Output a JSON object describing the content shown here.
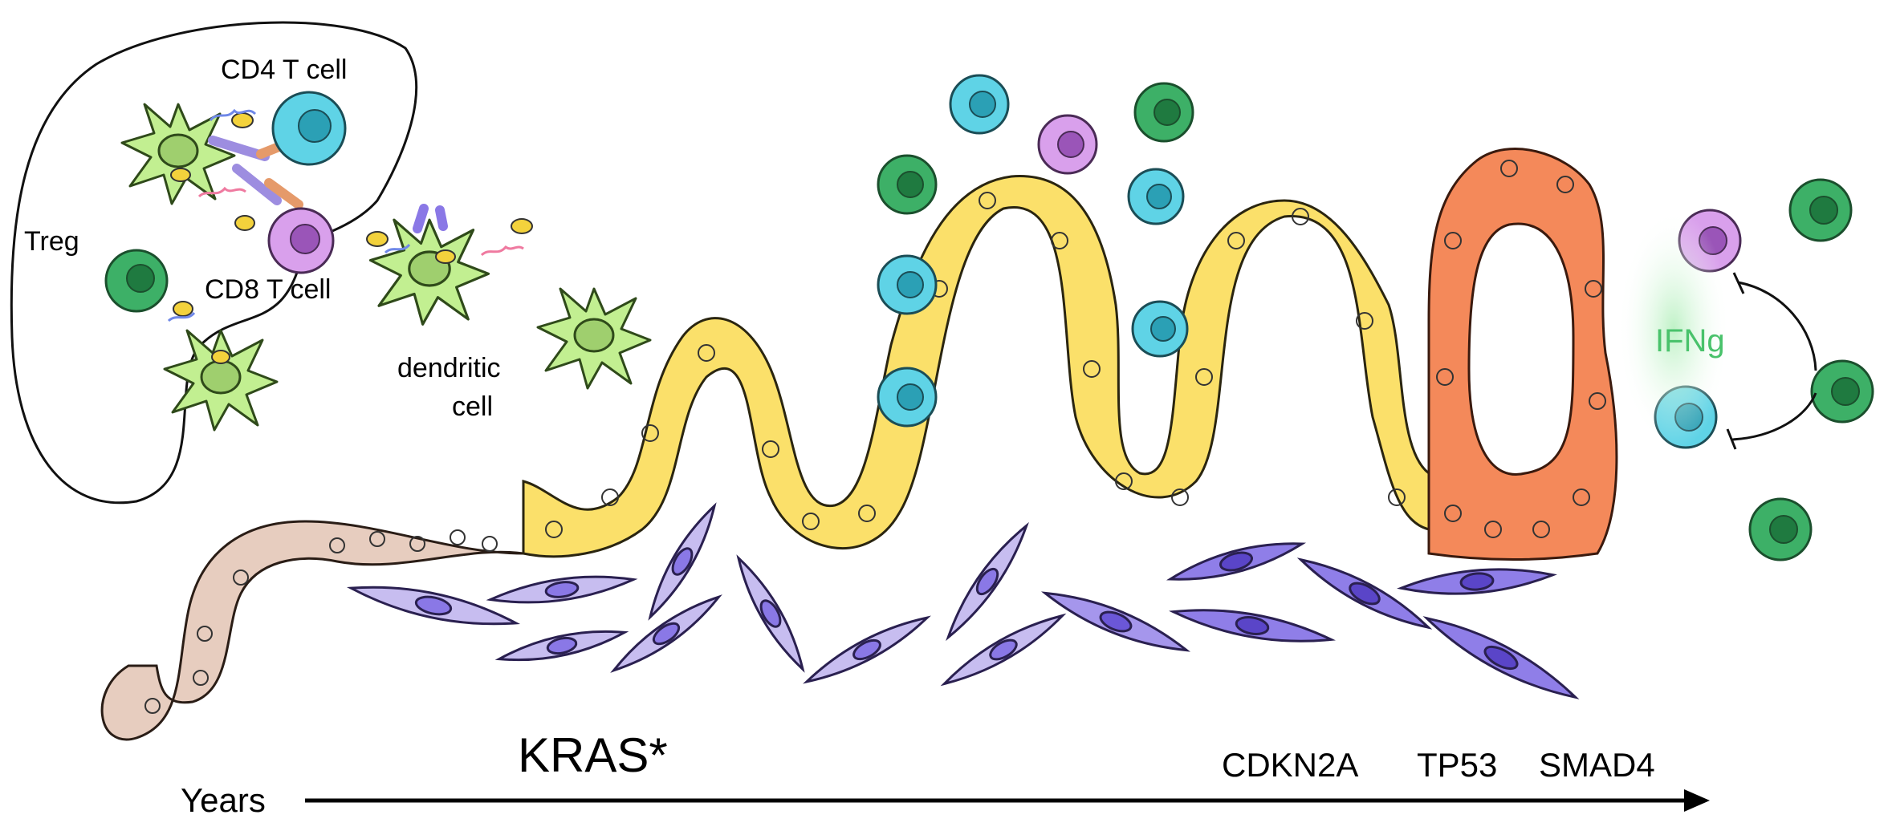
{
  "labels": {
    "cd4_t_cell": "CD4 T cell",
    "treg": "Treg",
    "cd8_t_cell": "CD8 T cell",
    "dendritic_line1": "dendritic",
    "dendritic_line2": "cell",
    "ifng": "IFNg",
    "kras": "KRAS*",
    "cdkn2a": "CDKN2A",
    "tp53": "TP53",
    "smad4": "SMAD4",
    "years": "Years"
  },
  "colors": {
    "normal_epithelium": "#e7cdbf",
    "lesion_epithelium": "#fbe06a",
    "tumor_epithelium": "#f4895a",
    "fibroblast_light": "#c7bdf0",
    "fibroblast_dark": "#8a78e6",
    "cd4_t_cell": "#5fd3e6",
    "cd8_t_cell": "#d9a0ec",
    "treg_cell": "#3db067",
    "dendritic_cell": "#c2ef91",
    "ifng": "#49c26b"
  }
}
